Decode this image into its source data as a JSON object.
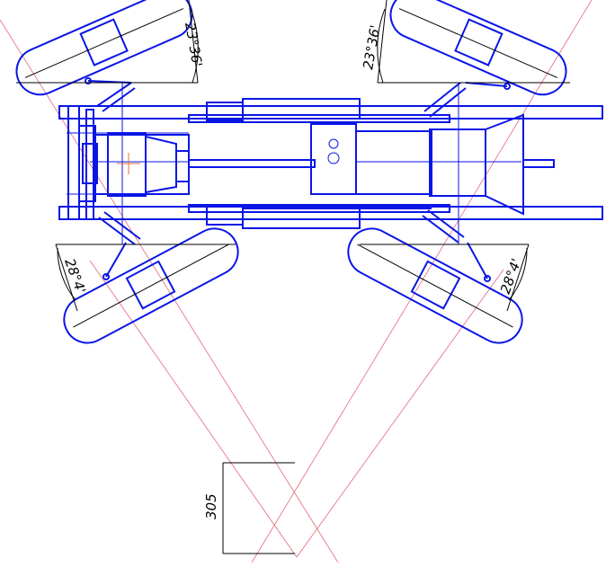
{
  "drawing": {
    "colors": {
      "linework": "#0a16e6",
      "dimension": "#000000",
      "construction": "#e06a7a",
      "axis": "#e07030"
    },
    "angles": {
      "front_left": "23°36'",
      "front_right": "23°36'",
      "rear_left": "28°4'",
      "rear_right": "28°4'"
    },
    "turning_offset_label": "305"
  }
}
